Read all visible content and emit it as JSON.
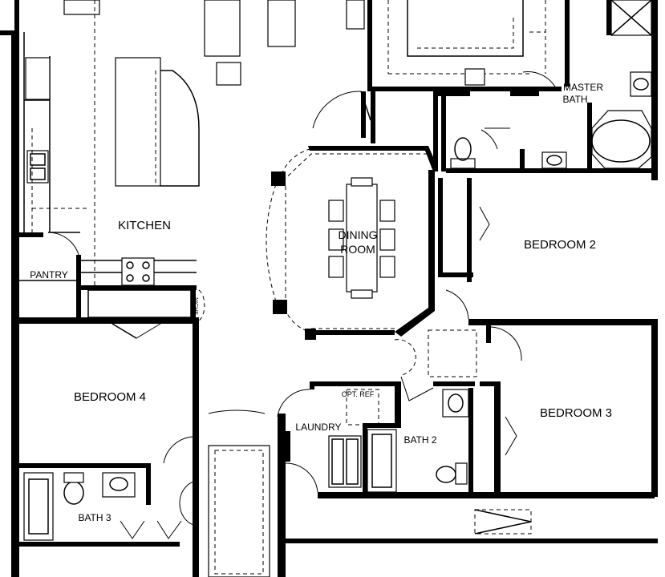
{
  "rooms": {
    "kitchen": "KITCHEN",
    "pantry": "PANTRY",
    "niche": "NICHE",
    "dining_line1": "DINING",
    "dining_line2": "ROOM",
    "master_bath_line1": "MASTER",
    "master_bath_line2": "BATH",
    "bedroom2": "BEDROOM 2",
    "bedroom3": "BEDROOM 3",
    "bedroom4": "BEDROOM 4",
    "opt_ref": "OPT. REF",
    "laundry": "LAUNDRY",
    "bath2": "BATH 2",
    "bath3": "BATH 3"
  }
}
